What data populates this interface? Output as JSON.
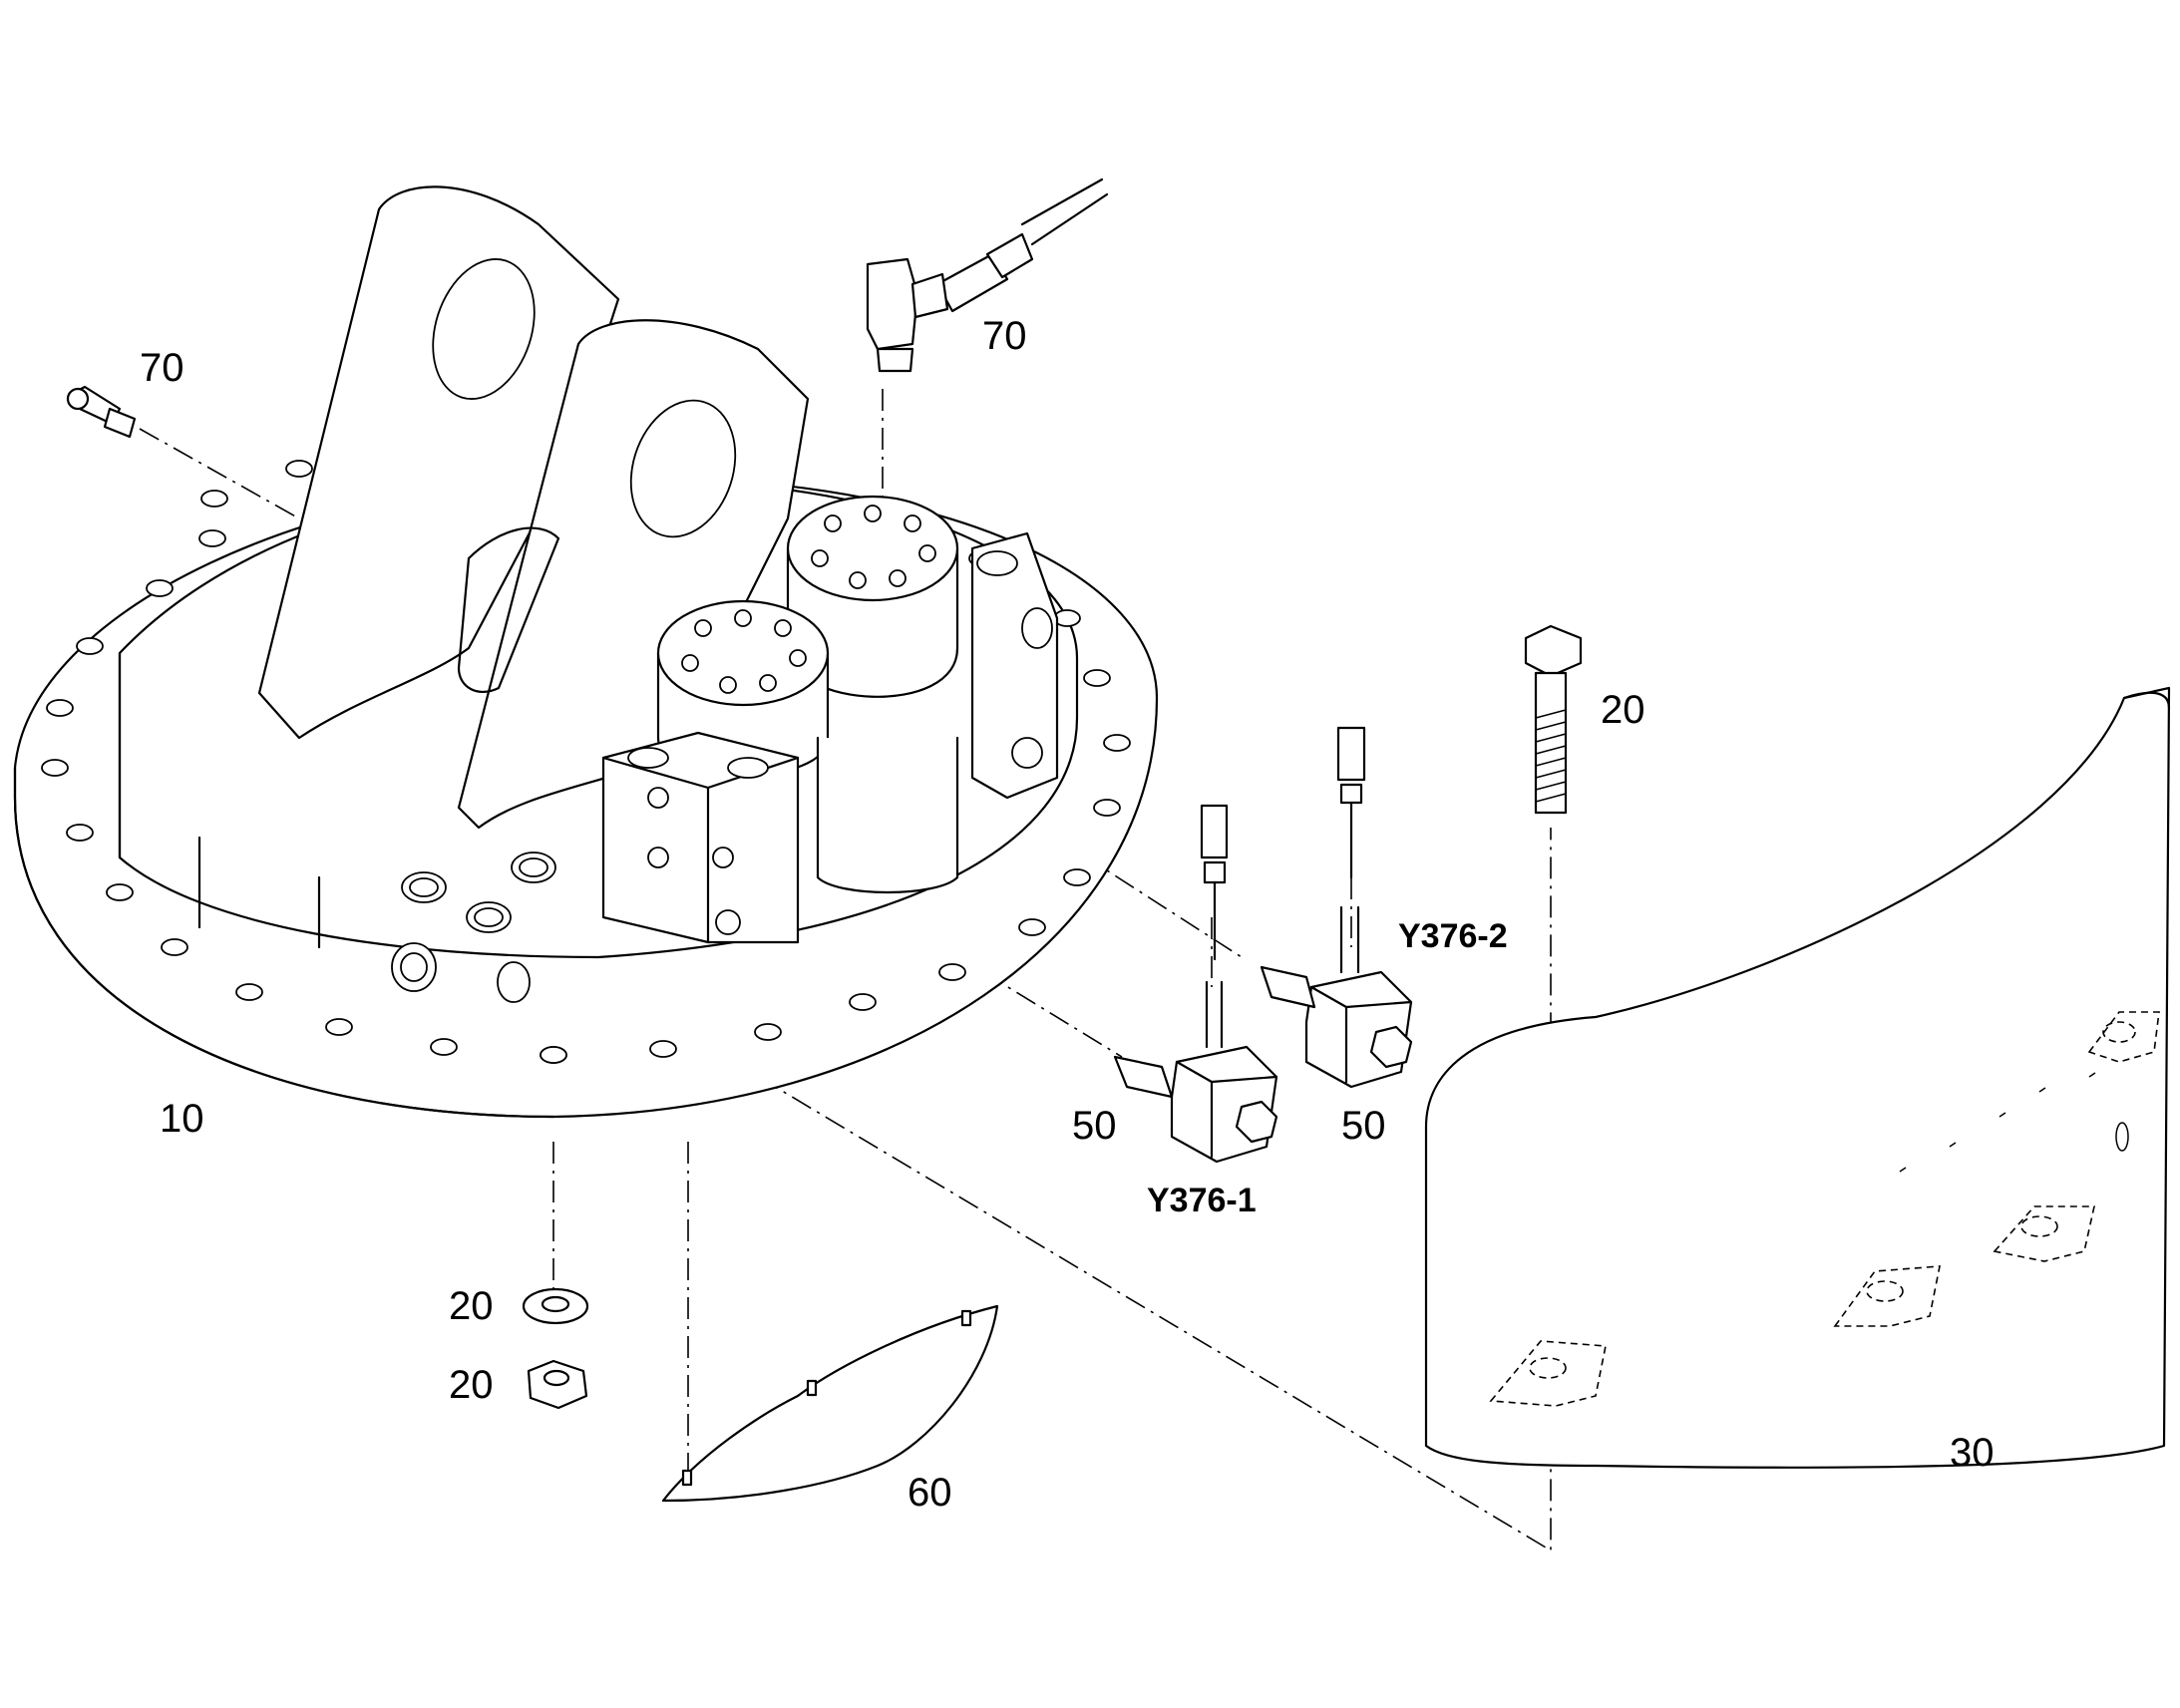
{
  "callouts": {
    "base": "10",
    "fitting_left": "70",
    "fitting_top": "70",
    "bolt": "20",
    "washer": "20",
    "nut": "20",
    "valve_1": "50",
    "valve_2": "50",
    "cover_plate": "60",
    "shield": "30"
  },
  "references": {
    "valve_1": "Y376-1",
    "valve_2": "Y376-2"
  }
}
